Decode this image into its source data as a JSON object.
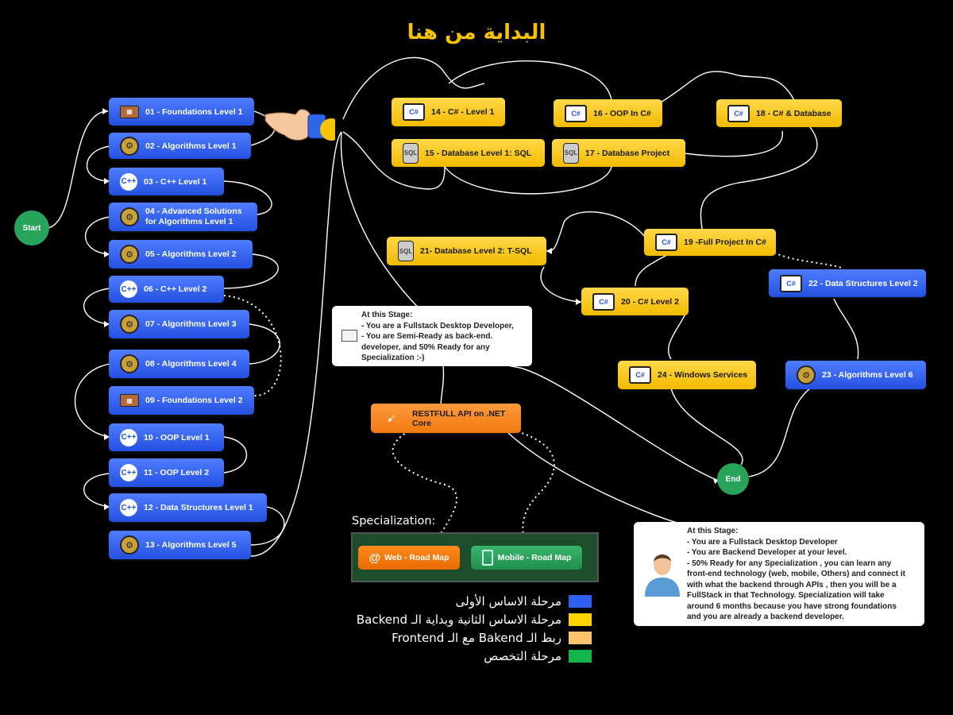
{
  "title": "البداية من هنا",
  "start_label": "Start",
  "end_label": "End",
  "nodes": {
    "n01": "01 - Foundations Level 1",
    "n02": "02 - Algorithms Level 1",
    "n03": "03 - C++ Level 1",
    "n04a": "04 - Advanced Solutions",
    "n04b": "for Algorithms Level 1",
    "n05": "05 - Algorithms  Level 2",
    "n06": "06 - C++ Level 2",
    "n07": "07 - Algorithms Level 3",
    "n08": "08 - Algorithms Level 4",
    "n09": "09 - Foundations Level 2",
    "n10": "10 - OOP Level 1",
    "n11": "11 - OOP Level 2",
    "n12": "12 - Data Structures Level 1",
    "n13": "13 - Algorithms Level 5",
    "n14": "14 - C# - Level 1",
    "n15": "15 - Database Level 1: SQL",
    "n16": "16 - OOP In C#",
    "n17": "17 - Database Project",
    "n18": "18 - C# & Database",
    "n19": "19 -Full Project In C#",
    "n20": "20 - C# Level 2",
    "n21": "21- Database Level 2: T-SQL",
    "n22": "22 - Data Structures Level 2",
    "n23": "23 - Algorithms Level 6",
    "n24": "24 - Windows Services",
    "api": "RESTFULL API on .NET Core"
  },
  "note1": [
    "At this Stage:",
    "- You are a Fullstack Desktop Developer,",
    "- You are Semi-Ready as back-end.",
    "developer, and 50% Ready for any",
    "Specialization :-)"
  ],
  "note2": [
    "At this Stage:",
    "- You are a Fullstack Desktop Developer",
    "- You are Backend Developer at your level.",
    "- 50% Ready for any Specialization , you can learn any",
    "front-end technology (web, mobile, Others) and connect it",
    "with what the backend through APIs , then you will be a",
    "FullStack in that Technology. Specialization will take",
    "around 6 months because you have strong foundations",
    "and you are already a backend developer."
  ],
  "specialization": {
    "label": "Specialization:",
    "web": "Web - Road Map",
    "mobile": "Mobile - Road Map"
  },
  "legend": [
    {
      "text": "مرحلة الاساس الأولى",
      "color": "#2f5ff0"
    },
    {
      "text": "مرحلة الاساس الثانية وبداية الـ Backend",
      "color": "#ffd400"
    },
    {
      "text": "ربط الـ Bakend مع الـ Frontend",
      "color": "#ffc36b"
    },
    {
      "text": "مرحلة التخصص",
      "color": "#12b54a"
    }
  ],
  "icons": {
    "foundations": "brick-wall-icon",
    "algorithms": "chip-icon",
    "cpp": "cpp-logo-icon",
    "csharp": "csharp-monitor-icon",
    "database": "sql-database-icon",
    "api": "rocket-icon",
    "web": "at-sign-icon",
    "mobile": "phone-icon",
    "note": "laptop-icon",
    "person": "developer-avatar-icon",
    "pointer": "pointing-hand-icon"
  }
}
